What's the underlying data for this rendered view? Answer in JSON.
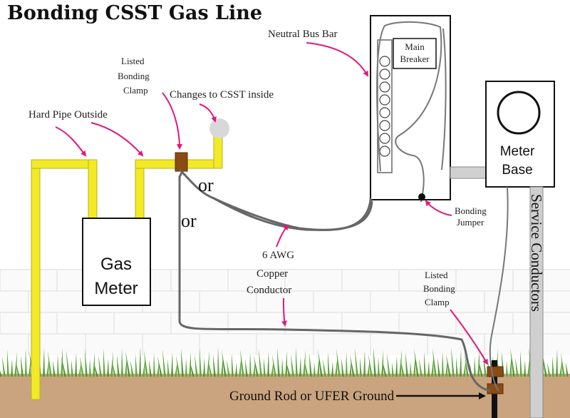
{
  "title": "Bonding CSST Gas Line",
  "labels": {
    "neutral_bus_bar": "Neutral Bus Bar",
    "main_breaker_line1": "Main",
    "main_breaker_line2": "Breaker",
    "listed_bonding_clamp_top": [
      "Listed",
      "Bonding",
      "Clamp"
    ],
    "changes_to_csst": "Changes to CSST inside",
    "hard_pipe_outside": "Hard Pipe Outside",
    "or_1": "or",
    "or_2": "or",
    "gas_meter_line1": "Gas",
    "gas_meter_line2": "Meter",
    "meter_base_line1": "Meter",
    "meter_base_line2": "Base",
    "bonding_jumper": [
      "Bonding",
      "Jumper"
    ],
    "awg_conductor": [
      "6 AWG",
      "Copper",
      "Conductor"
    ],
    "listed_bonding_clamp_bottom": [
      "Listed",
      "Bonding",
      "Clamp"
    ],
    "service_conductors": "Service Conductors",
    "ground_rod": "Ground Rod or UFER Ground"
  },
  "colors": {
    "arrow": "#e0197d",
    "gas_pipe": "#f2ea26",
    "clamp": "#8a4b14",
    "ground": "#c9a47f",
    "grass": "#5fa83a",
    "wire": "#666666"
  }
}
